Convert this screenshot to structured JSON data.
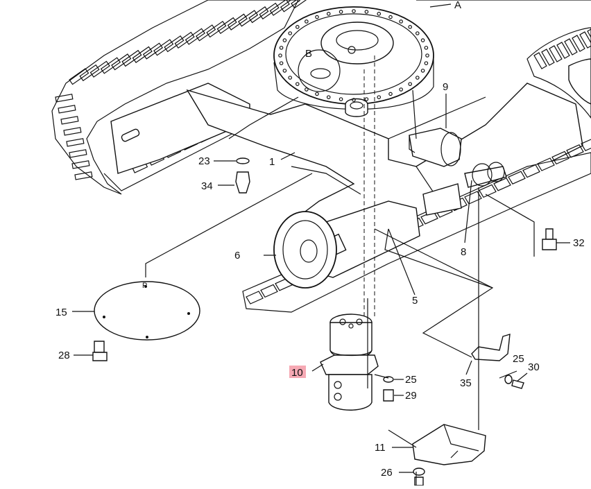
{
  "diagram": {
    "callouts": {
      "A": "A",
      "B": "B",
      "c1": "1",
      "c5": "5",
      "c6": "6",
      "c8": "8",
      "c9": "9",
      "c10": "10",
      "c11": "11",
      "c15": "15",
      "c23": "23",
      "c25a": "25",
      "c25b": "25",
      "c26": "26",
      "c28": "28",
      "c29": "29",
      "c30": "30",
      "c32": "32",
      "c34": "34",
      "c35": "35",
      "cover_mark": "P"
    },
    "highlight_color": "#f6a9b4",
    "line_color": "#111111"
  }
}
